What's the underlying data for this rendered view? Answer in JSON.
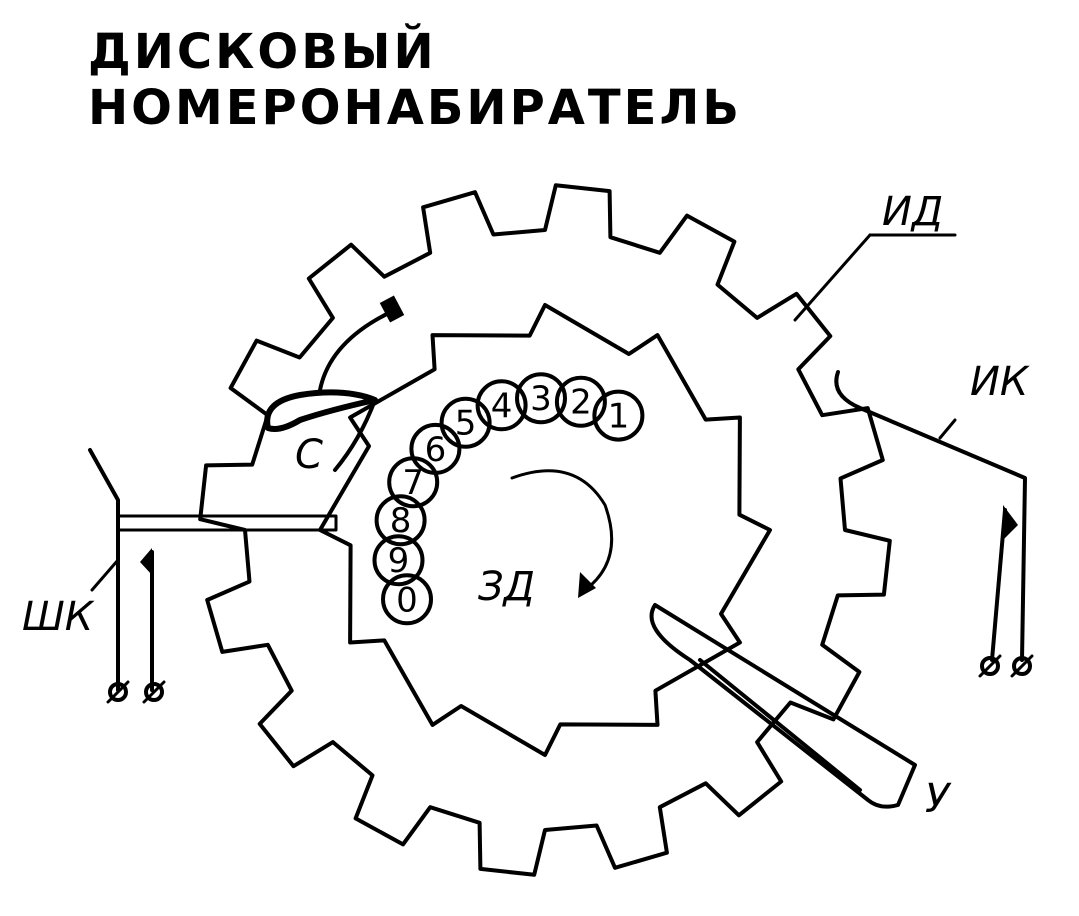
{
  "title": "Дисковый номеронабиратель",
  "digits": [
    "1",
    "2",
    "3",
    "4",
    "5",
    "6",
    "7",
    "8",
    "9",
    "0"
  ],
  "labels": {
    "id": "ИД",
    "ik": "ИК",
    "shk": "ШК",
    "s": "С",
    "zd": "ЗД",
    "u": "У"
  },
  "colors": {
    "ink": "#000000",
    "paper": "#ffffff"
  }
}
